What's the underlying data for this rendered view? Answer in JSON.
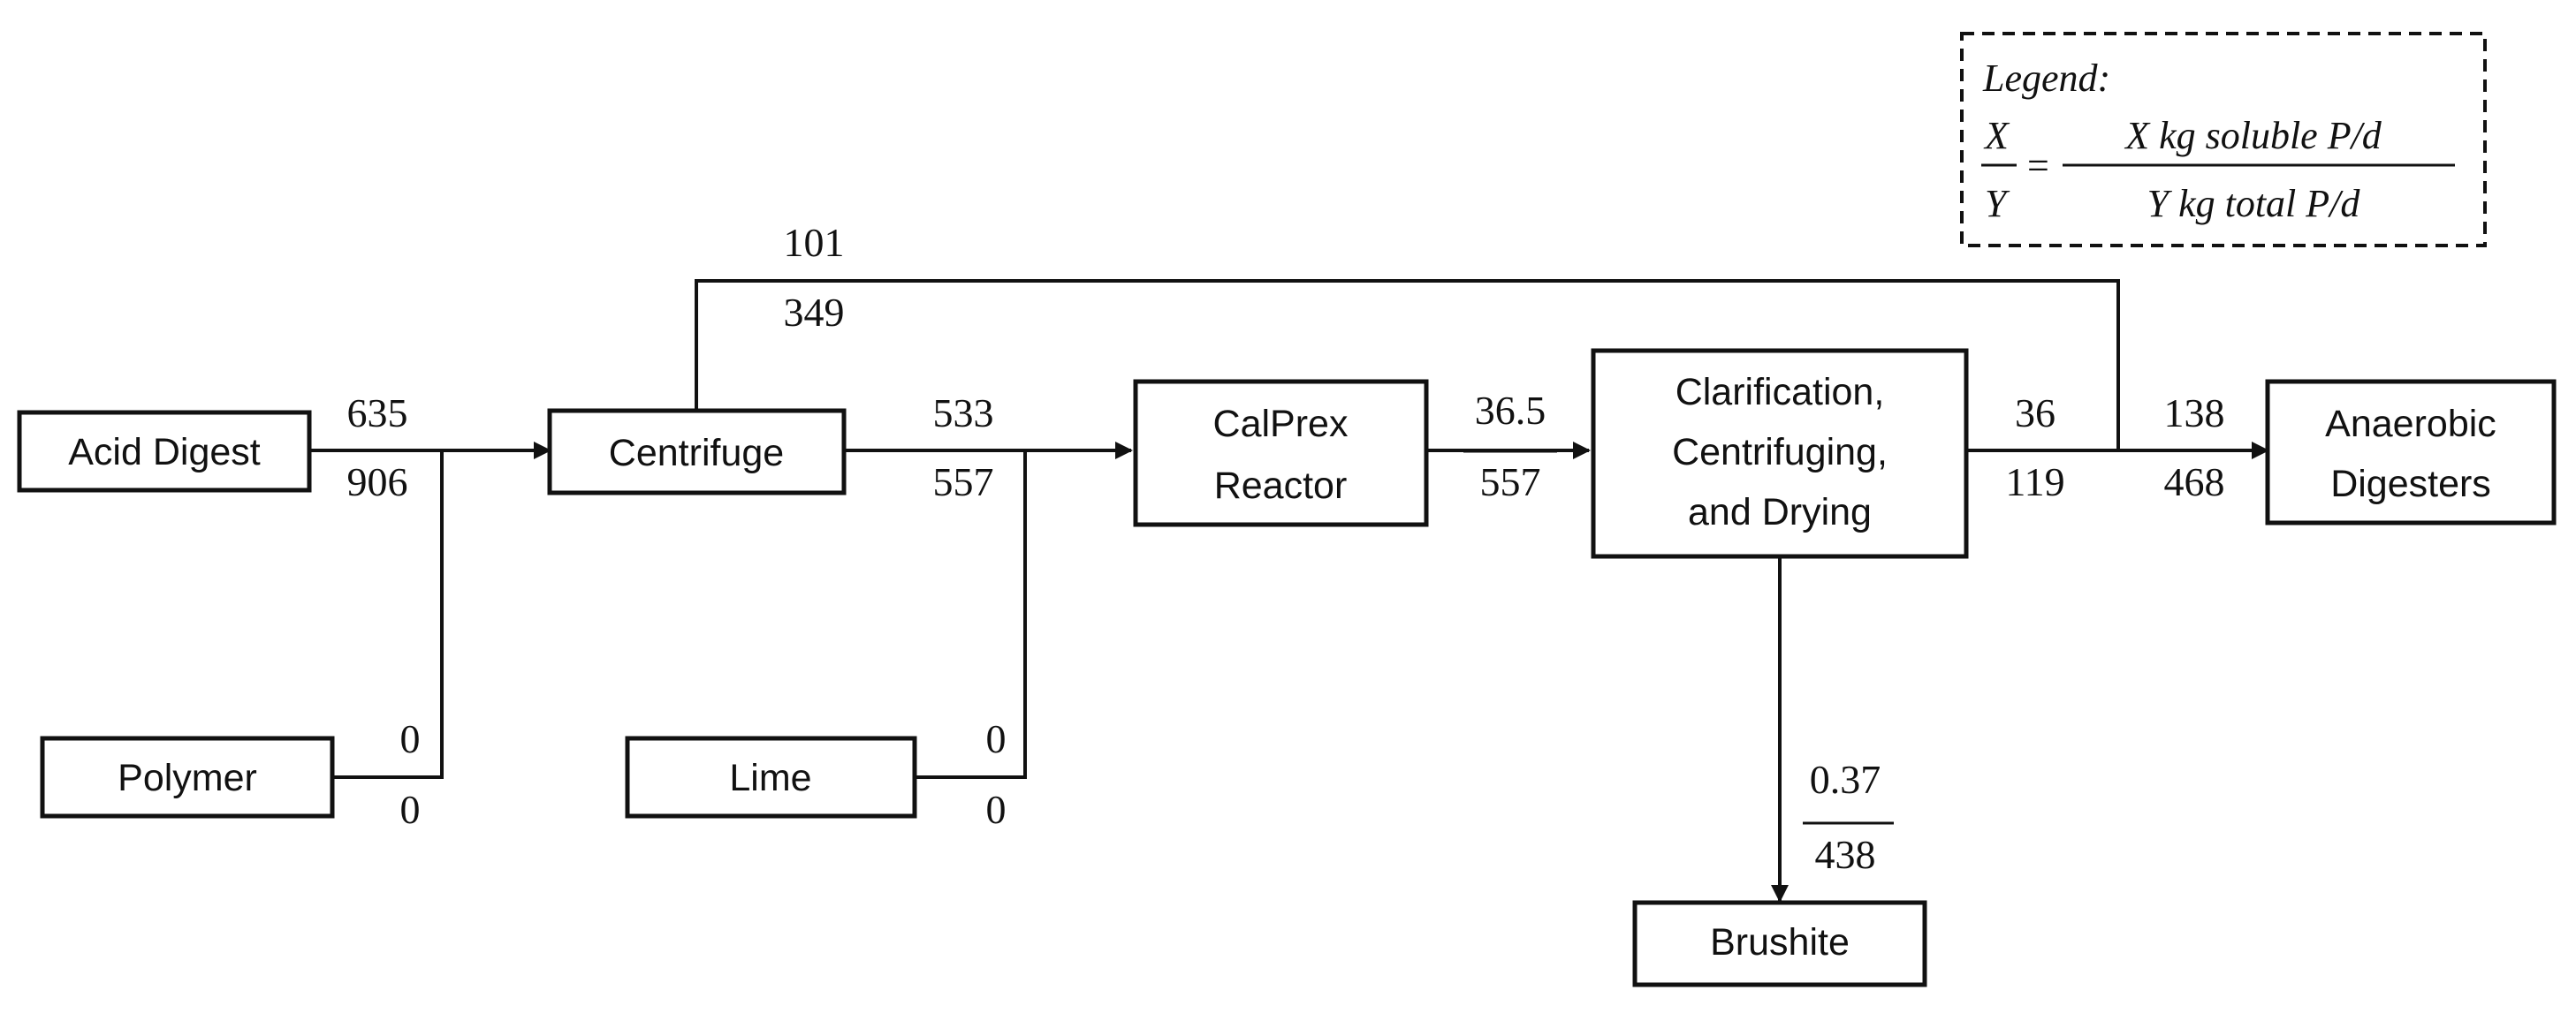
{
  "diagram": {
    "type": "process-flow",
    "units": "kg P/d",
    "nodes": {
      "acid_digest": "Acid Digest",
      "polymer": "Polymer",
      "centrifuge": "Centrifuge",
      "lime": "Lime",
      "calprex_reactor": [
        "CalPrex",
        "Reactor"
      ],
      "clarification": [
        "Clarification,",
        "Centrifuging,",
        "and Drying"
      ],
      "brushite": "Brushite",
      "anaerobic_digesters": [
        "Anaerobic",
        "Digesters"
      ]
    },
    "streams": [
      {
        "id": "acid_digest_out",
        "from": "Acid Digest",
        "to": "Centrifuge",
        "soluble": "635",
        "total": "906"
      },
      {
        "id": "polymer_out",
        "from": "Polymer",
        "to": "Centrifuge",
        "soluble": "0",
        "total": "0"
      },
      {
        "id": "centrifuge_bypass",
        "from": "Centrifuge",
        "to": "Anaerobic Digesters",
        "soluble": "101",
        "total": "349"
      },
      {
        "id": "centrifuge_out",
        "from": "Centrifuge",
        "to": "CalPrex Reactor",
        "soluble": "533",
        "total": "557"
      },
      {
        "id": "lime_out",
        "from": "Lime",
        "to": "CalPrex Reactor",
        "soluble": "0",
        "total": "0"
      },
      {
        "id": "calprex_out",
        "from": "CalPrex Reactor",
        "to": "Clarification, Centrifuging, and Drying",
        "soluble": "36.5",
        "total": "557"
      },
      {
        "id": "clarification_out",
        "from": "Clarification, Centrifuging, and Drying",
        "to": "Anaerobic Digesters",
        "soluble": "36",
        "total": "119"
      },
      {
        "id": "digesters_in",
        "from": "junction",
        "to": "Anaerobic Digesters",
        "soluble": "138",
        "total": "468"
      },
      {
        "id": "brushite_out",
        "from": "Clarification, Centrifuging, and Drying",
        "to": "Brushite",
        "soluble": "0.37",
        "total": "438"
      }
    ]
  },
  "legend": {
    "title": "Legend:",
    "x_symbol": "X",
    "y_symbol": "Y",
    "equals": "=",
    "x_meaning": "X kg soluble P/d",
    "y_meaning": "Y kg total P/d"
  },
  "colors": {
    "line": "#111111",
    "box_fill": "#ffffff",
    "background": "#ffffff"
  }
}
